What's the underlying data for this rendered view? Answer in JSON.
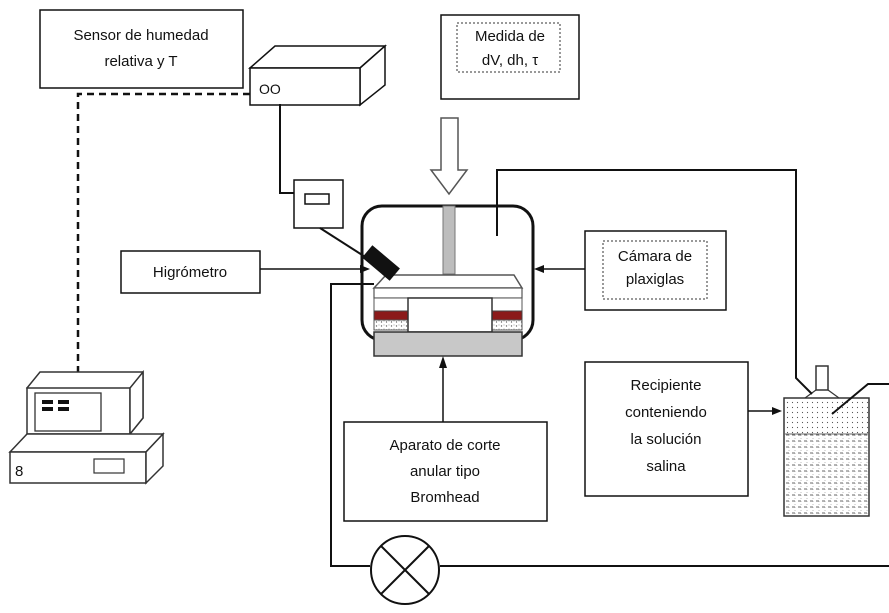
{
  "labels": {
    "sensor_line1": "Sensor de humedad",
    "sensor_line2": "relativa y T",
    "measure_line1": "Medida de",
    "measure_line2": "dV, dh, τ",
    "hygrometer": "Higrómetro",
    "chamber_line1": "Cámara de",
    "chamber_line2": "plaxiglas",
    "apparatus_line1": "Aparato de corte",
    "apparatus_line2": "anular tipo",
    "apparatus_line3": "Bromhead",
    "container_line1": "Recipiente",
    "container_line2": "conteniendo",
    "container_line3": "la solución",
    "container_line4": "salina",
    "computer_number": "8",
    "sensor_device_symbol": "OO"
  },
  "colors": {
    "line": "#111111",
    "rubber_band": "#8b1a1a",
    "base": "#c8c8c8",
    "rod": "#bdbdbd"
  }
}
